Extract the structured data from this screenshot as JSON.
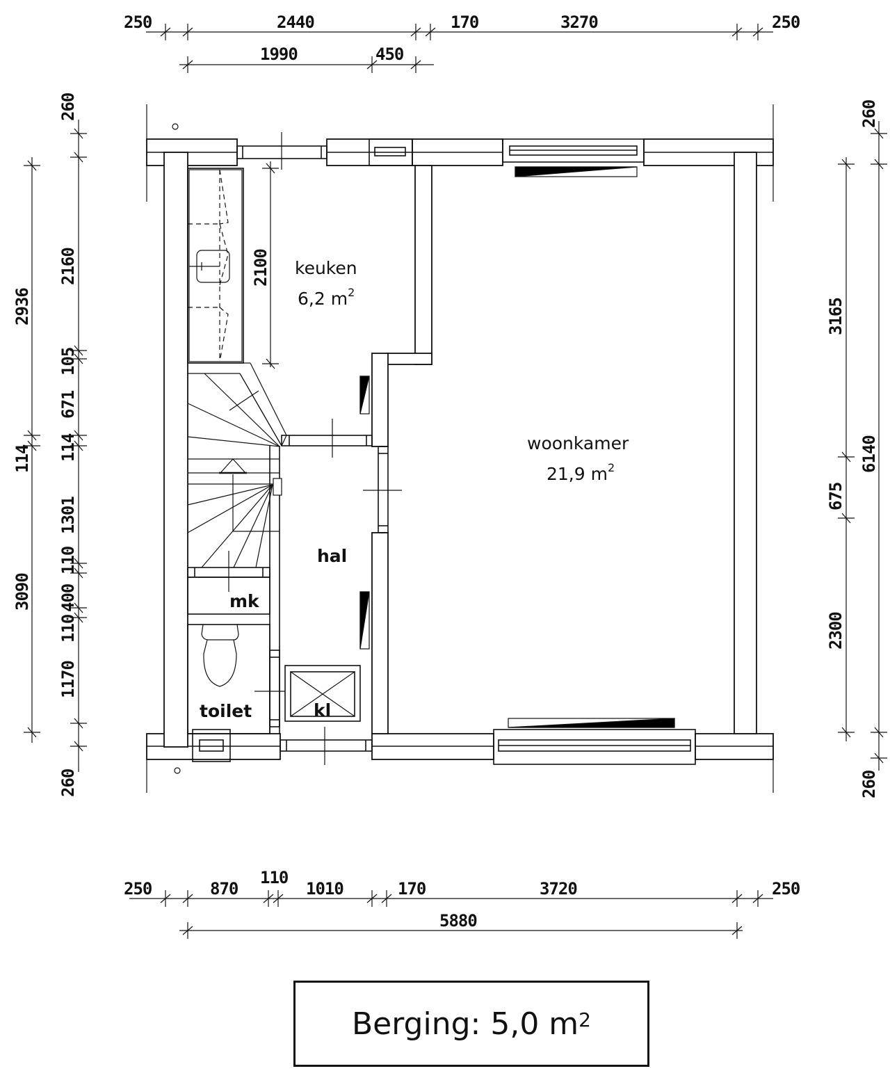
{
  "drawing": {
    "type": "floor-plan",
    "units": "mm"
  },
  "rooms": {
    "keuken": {
      "name": "keuken",
      "area": "6,2 m",
      "area_sup": "2"
    },
    "woonkamer": {
      "name": "woonkamer",
      "area": "21,9 m",
      "area_sup": "2"
    },
    "hal": {
      "name": "hal"
    },
    "mk": {
      "name": "mk"
    },
    "toilet": {
      "name": "toilet"
    },
    "kl": {
      "name": "kl"
    }
  },
  "berging": {
    "label": "Berging: 5,0 m",
    "sup": "2"
  },
  "dimensions": {
    "top_row1": [
      "250",
      "2440",
      "170",
      "3270",
      "250"
    ],
    "top_row2": [
      "1990",
      "450"
    ],
    "bottom_row1": [
      "250",
      "870",
      "110",
      "1010",
      "170",
      "3720",
      "250"
    ],
    "bottom_row2": [
      "5880"
    ],
    "left_outer": [
      "2936",
      "114",
      "3090"
    ],
    "left_inner": [
      "260",
      "2160",
      "105",
      "671",
      "114",
      "1301",
      "110",
      "400",
      "110",
      "1170",
      "260"
    ],
    "right_inner": [
      "3165",
      "675",
      "2300"
    ],
    "right_outer": [
      "260",
      "6140",
      "260"
    ],
    "kitchen_counter": "2100"
  }
}
